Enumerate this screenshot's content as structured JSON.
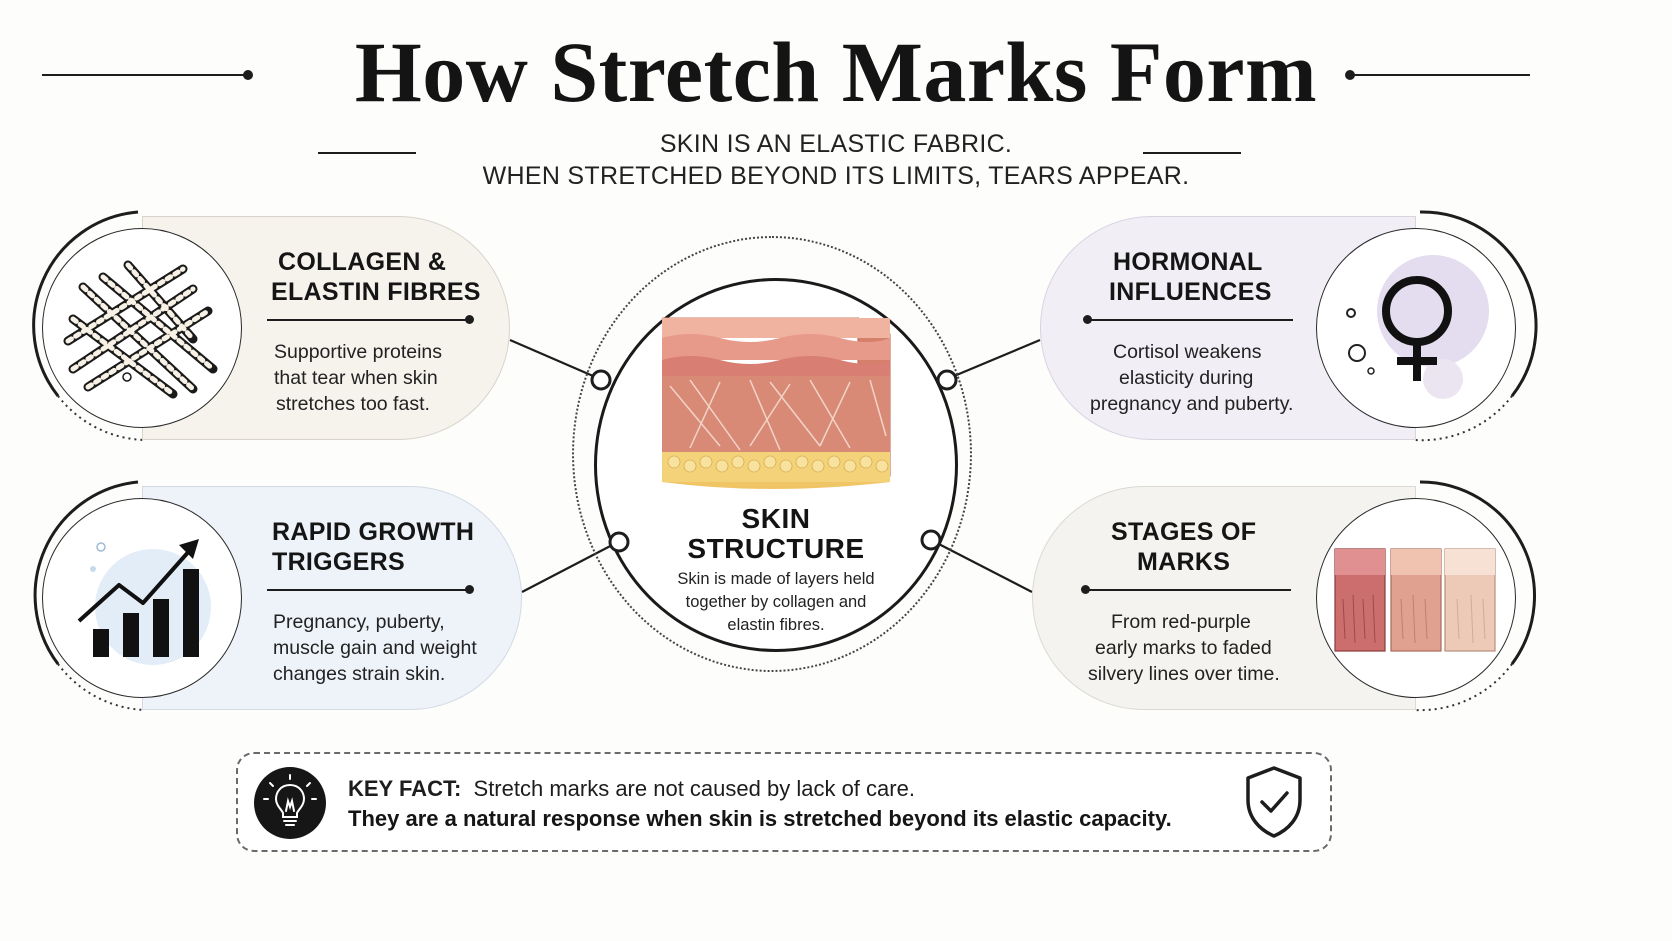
{
  "title": "How Stretch Marks Form",
  "subtitle": {
    "line1": "SKIN IS AN ELASTIC FABRIC.",
    "line2": "WHEN STRETCHED BEYOND ITS LIMITS, TEARS APPEAR."
  },
  "center": {
    "title_line1": "SKIN",
    "title_line2": "STRUCTURE",
    "desc_line1": "Skin is made of layers held",
    "desc_line2": "together by collagen and",
    "desc_line3": "elastin fibres."
  },
  "cards": {
    "collagen": {
      "title_line1": "COLLAGEN &",
      "title_line2": "ELASTIN FIBRES",
      "desc_line1": "Supportive proteins",
      "desc_line2": "that tear when skin",
      "desc_line3": "stretches too fast.",
      "icon": "woven-fibres-icon",
      "bg": "#f6f2ec"
    },
    "growth": {
      "title_line1": "RAPID GROWTH",
      "title_line2": "TRIGGERS",
      "desc_line1": "Pregnancy, puberty,",
      "desc_line2": "muscle gain and weight",
      "desc_line3": "changes strain skin.",
      "icon": "growth-bar-chart-icon",
      "bg": "#eef3f9"
    },
    "hormonal": {
      "title_line1": "HORMONAL",
      "title_line2": "INFLUENCES",
      "desc_line1": "Cortisol weakens",
      "desc_line2": "elasticity during",
      "desc_line3": "pregnancy and puberty.",
      "icon": "female-symbol-icon",
      "bg": "#f1eef5"
    },
    "stages": {
      "title_line1": "STAGES OF",
      "title_line2": "MARKS",
      "desc_line1": "From red-purple",
      "desc_line2": "early marks to faded",
      "desc_line3": "silvery lines over time.",
      "icon": "skin-stages-icon",
      "bg": "#f4f3ef"
    }
  },
  "key_fact": {
    "label": "KEY FACT:",
    "line1": "Stretch marks are not caused by lack of care.",
    "line2": "They are a natural response when skin is stretched beyond its elastic capacity.",
    "left_icon": "lightbulb-icon",
    "right_icon": "shield-check-icon"
  },
  "colors": {
    "ink": "#1d1d1d",
    "skin_top": "#e9a392",
    "skin_dermis": "#d98a76",
    "fat": "#f3d27a"
  }
}
